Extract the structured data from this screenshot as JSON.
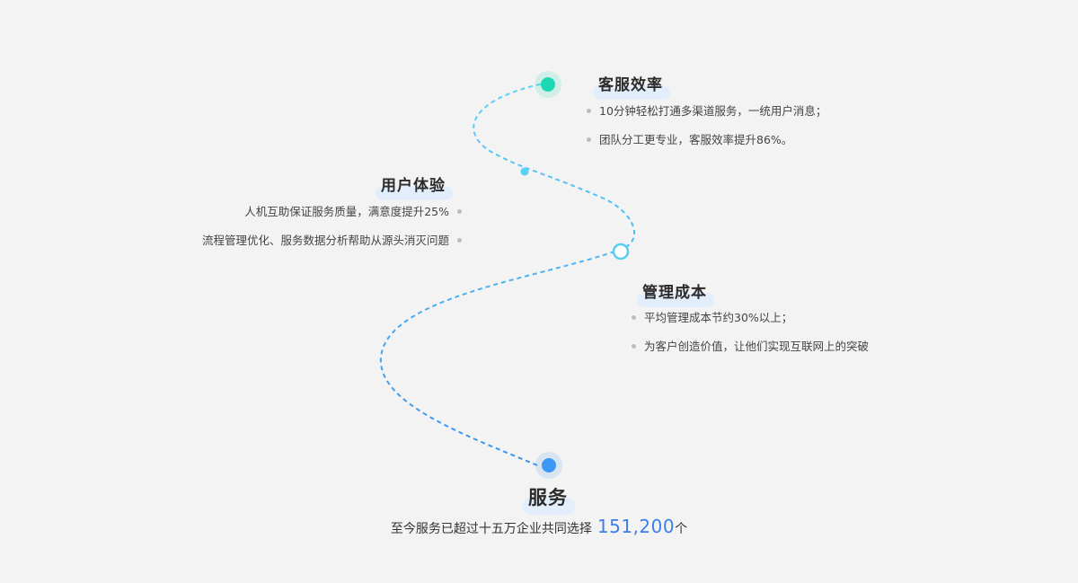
{
  "colors": {
    "background": "#f3f3f3",
    "path_start": "#3a92ee",
    "path_end": "#5fd3f5",
    "top_node": "#1dd9b3",
    "bottom_node": "#3d98f3",
    "highlight_number": "#3d7fea",
    "heading_highlight": "#e3eefc"
  },
  "sections": {
    "efficiency": {
      "title": "客服效率",
      "items": [
        "10分钟轻松打通多渠道服务，一统用户消息；",
        "团队分工更专业，客服效率提升86%。"
      ]
    },
    "experience": {
      "title": "用户体验",
      "items": [
        "人机互助保证服务质量，满意度提升25%",
        "流程管理优化、服务数据分析帮助从源头消灭问题"
      ]
    },
    "cost": {
      "title": "管理成本",
      "items": [
        "平均管理成本节约30%以上；",
        "为客户创造价值，让他们实现互联网上的突破"
      ]
    }
  },
  "service": {
    "title": "服务",
    "text_prefix": "至今服务已超过十五万企业共同选择",
    "count": "151,200",
    "unit": "个"
  }
}
